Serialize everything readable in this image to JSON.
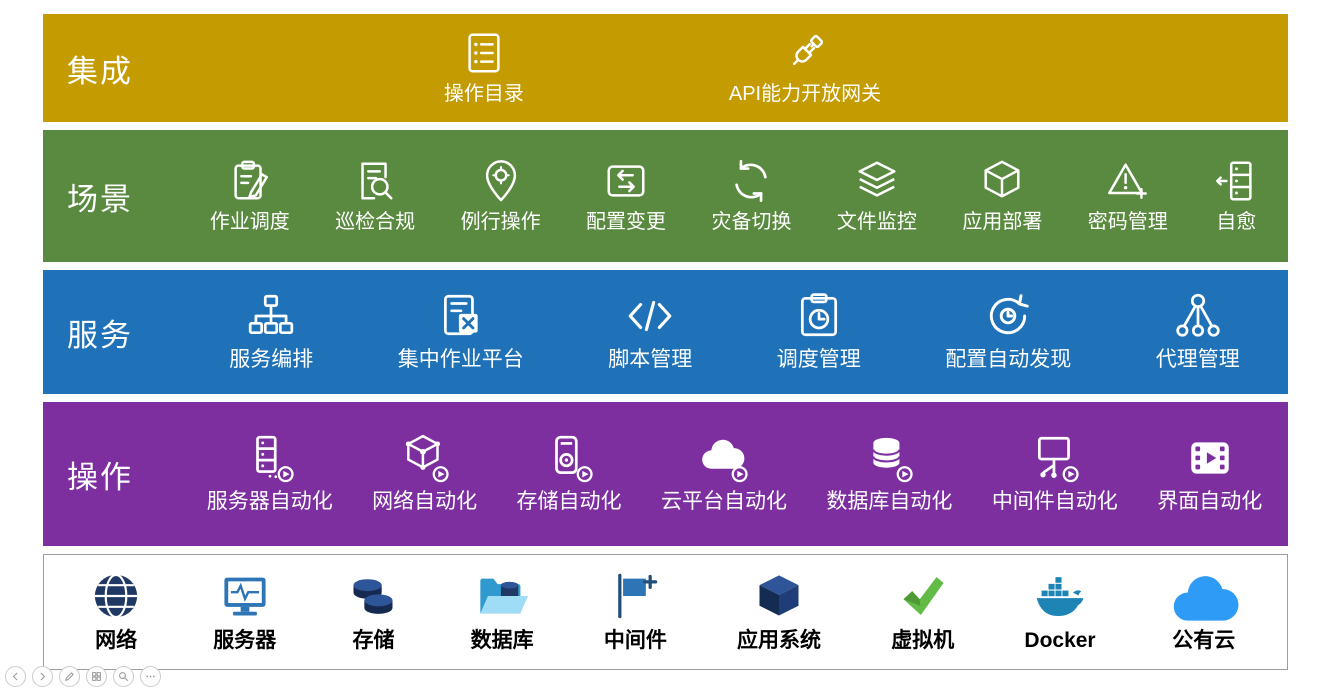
{
  "bands": [
    {
      "id": "integration",
      "label": "集成",
      "color": "#C49B00",
      "items": [
        {
          "label": "操作目录",
          "icon": "catalog-list-icon"
        },
        {
          "label": "API能力开放网关",
          "icon": "api-plug-icon"
        }
      ]
    },
    {
      "id": "scenarios",
      "label": "场景",
      "color": "#5A8A40",
      "items": [
        {
          "label": "作业调度",
          "icon": "clipboard-pencil-icon"
        },
        {
          "label": "巡检合规",
          "icon": "document-search-icon"
        },
        {
          "label": "例行操作",
          "icon": "pin-gear-icon"
        },
        {
          "label": "配置变更",
          "icon": "swap-arrows-box-icon"
        },
        {
          "label": "灾备切换",
          "icon": "refresh-arrows-icon"
        },
        {
          "label": "文件监控",
          "icon": "layers-icon"
        },
        {
          "label": "应用部署",
          "icon": "cube-outline-icon"
        },
        {
          "label": "密码管理",
          "icon": "warning-plus-icon"
        },
        {
          "label": "自愈",
          "icon": "server-arrow-icon"
        }
      ]
    },
    {
      "id": "services",
      "label": "服务",
      "color": "#1F72B8",
      "items": [
        {
          "label": "服务编排",
          "icon": "sitemap-icon"
        },
        {
          "label": "集中作业平台",
          "icon": "job-platform-icon"
        },
        {
          "label": "脚本管理",
          "icon": "code-icon"
        },
        {
          "label": "调度管理",
          "icon": "clipboard-clock-icon"
        },
        {
          "label": "配置自动发现",
          "icon": "discovery-refresh-icon"
        },
        {
          "label": "代理管理",
          "icon": "agent-tree-icon"
        }
      ]
    },
    {
      "id": "operations",
      "label": "操作",
      "color": "#7D2FA0",
      "items": [
        {
          "label": "服务器自动化",
          "icon": "server-play-icon"
        },
        {
          "label": "网络自动化",
          "icon": "network-play-icon"
        },
        {
          "label": "存储自动化",
          "icon": "storage-play-icon"
        },
        {
          "label": "云平台自动化",
          "icon": "cloud-play-icon"
        },
        {
          "label": "数据库自动化",
          "icon": "database-play-icon"
        },
        {
          "label": "中间件自动化",
          "icon": "middleware-play-icon"
        },
        {
          "label": "界面自动化",
          "icon": "film-play-icon"
        }
      ]
    },
    {
      "id": "infrastructure",
      "label": "",
      "color": "#FFFFFF",
      "items": [
        {
          "label": "网络",
          "icon": "globe-icon"
        },
        {
          "label": "服务器",
          "icon": "monitor-icon"
        },
        {
          "label": "存储",
          "icon": "disks-icon"
        },
        {
          "label": "数据库",
          "icon": "database-folder-icon"
        },
        {
          "label": "中间件",
          "icon": "flag-plus-icon"
        },
        {
          "label": "应用系统",
          "icon": "cube-3d-icon"
        },
        {
          "label": "虚拟机",
          "icon": "check-icon"
        },
        {
          "label": "Docker",
          "icon": "docker-whale-icon"
        },
        {
          "label": "公有云",
          "icon": "public-cloud-icon"
        }
      ]
    }
  ],
  "slideshow_controls": [
    {
      "name": "previous-slide-icon"
    },
    {
      "name": "next-slide-icon"
    },
    {
      "name": "pen-icon"
    },
    {
      "name": "grid-menu-icon"
    },
    {
      "name": "zoom-icon"
    },
    {
      "name": "more-icon"
    }
  ]
}
